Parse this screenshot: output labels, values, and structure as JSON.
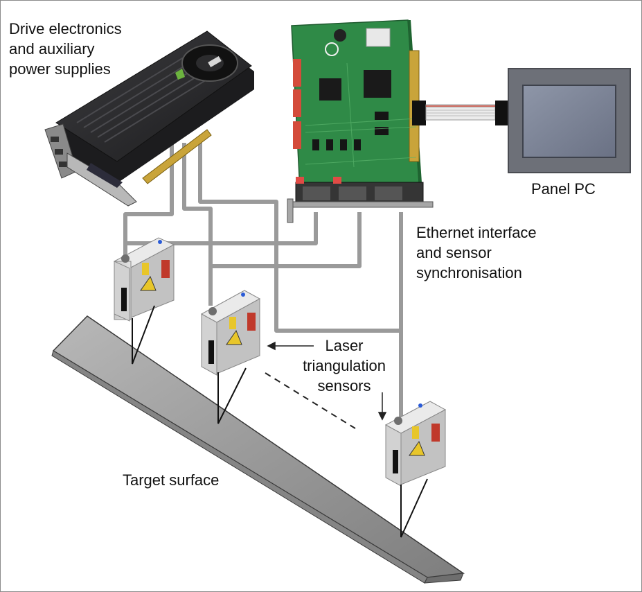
{
  "labels": {
    "drive": [
      "Drive electronics",
      "and auxiliary",
      "power supplies"
    ],
    "panel_pc": "Panel PC",
    "ethernet": [
      "Ethernet interface",
      "and sensor",
      "synchronisation"
    ],
    "laser": [
      "Laser",
      "triangulation",
      "sensors"
    ],
    "target": "Target surface"
  },
  "colors": {
    "cable": "#9a9a9a",
    "pcb": "#2f8a47",
    "gpu_body": "#2a2a2c",
    "surface": "#9c9c9c",
    "sensor": "#d6d6d6",
    "panel_frame": "#6d7078",
    "panel_screen": "#7c8394"
  },
  "icons": [
    "gpu-card-image",
    "interface-card-image",
    "panel-pc-image",
    "laser-sensor-image",
    "target-surface-shape"
  ]
}
